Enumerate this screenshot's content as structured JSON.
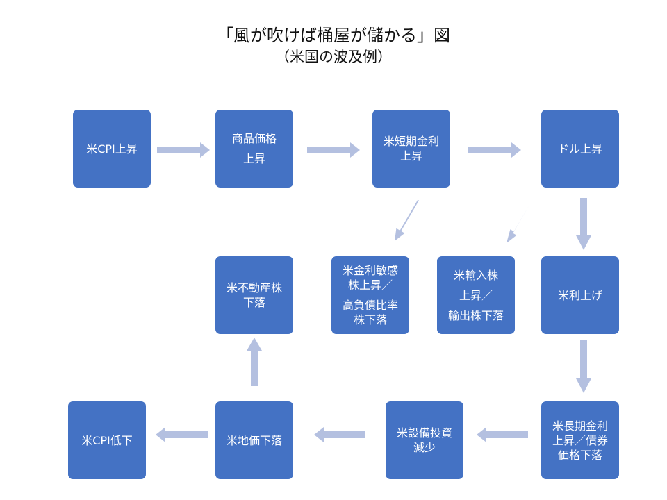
{
  "header": {
    "title": "「風が吹けば桶屋が儲かる」図",
    "subtitle": "（米国の波及例）"
  },
  "colors": {
    "box_fill": "#4472c4",
    "box_text": "#ffffff",
    "arrow": "#b4c0e0"
  },
  "nodes": {
    "us_cpi_rise": {
      "l1": "米CPI上昇"
    },
    "commodity_price": {
      "l1": "商品価格",
      "l2": "上昇"
    },
    "us_short_rate": {
      "l1": "米短期金利",
      "l2": "上昇"
    },
    "dollar_rise": {
      "l1": "ドル上昇"
    },
    "real_estate_stocks": {
      "l1": "米不動産株",
      "l2": "下落"
    },
    "rate_sensitive": {
      "l1": "米金利敏感",
      "l2": "株上昇／",
      "l3": "高負債比率",
      "l4": "株下落"
    },
    "import_export": {
      "l1": "米輸入株",
      "l2": "上昇／",
      "l3": "輸出株下落"
    },
    "rate_hike": {
      "l1": "米利上げ"
    },
    "us_cpi_fall": {
      "l1": "米CPI低下"
    },
    "land_price": {
      "l1": "米地価下落"
    },
    "capex": {
      "l1": "米設備投資",
      "l2": "減少"
    },
    "long_rate": {
      "l1": "米長期金利",
      "l2": "上昇／債券",
      "l3": "価格下落"
    }
  },
  "arrows": [
    {
      "from": "us_cpi_rise",
      "to": "commodity_price",
      "direction": "right"
    },
    {
      "from": "commodity_price",
      "to": "us_short_rate",
      "direction": "right"
    },
    {
      "from": "us_short_rate",
      "to": "dollar_rise",
      "direction": "right"
    },
    {
      "from": "us_short_rate",
      "to": "rate_sensitive",
      "direction": "down-left"
    },
    {
      "from": "dollar_rise",
      "to": "import_export",
      "direction": "down-left"
    },
    {
      "from": "dollar_rise",
      "to": "rate_hike",
      "direction": "down"
    },
    {
      "from": "rate_hike",
      "to": "long_rate",
      "direction": "down"
    },
    {
      "from": "long_rate",
      "to": "capex",
      "direction": "left"
    },
    {
      "from": "capex",
      "to": "land_price",
      "direction": "left"
    },
    {
      "from": "land_price",
      "to": "us_cpi_fall",
      "direction": "left"
    },
    {
      "from": "land_price",
      "to": "real_estate_stocks",
      "direction": "up"
    }
  ]
}
